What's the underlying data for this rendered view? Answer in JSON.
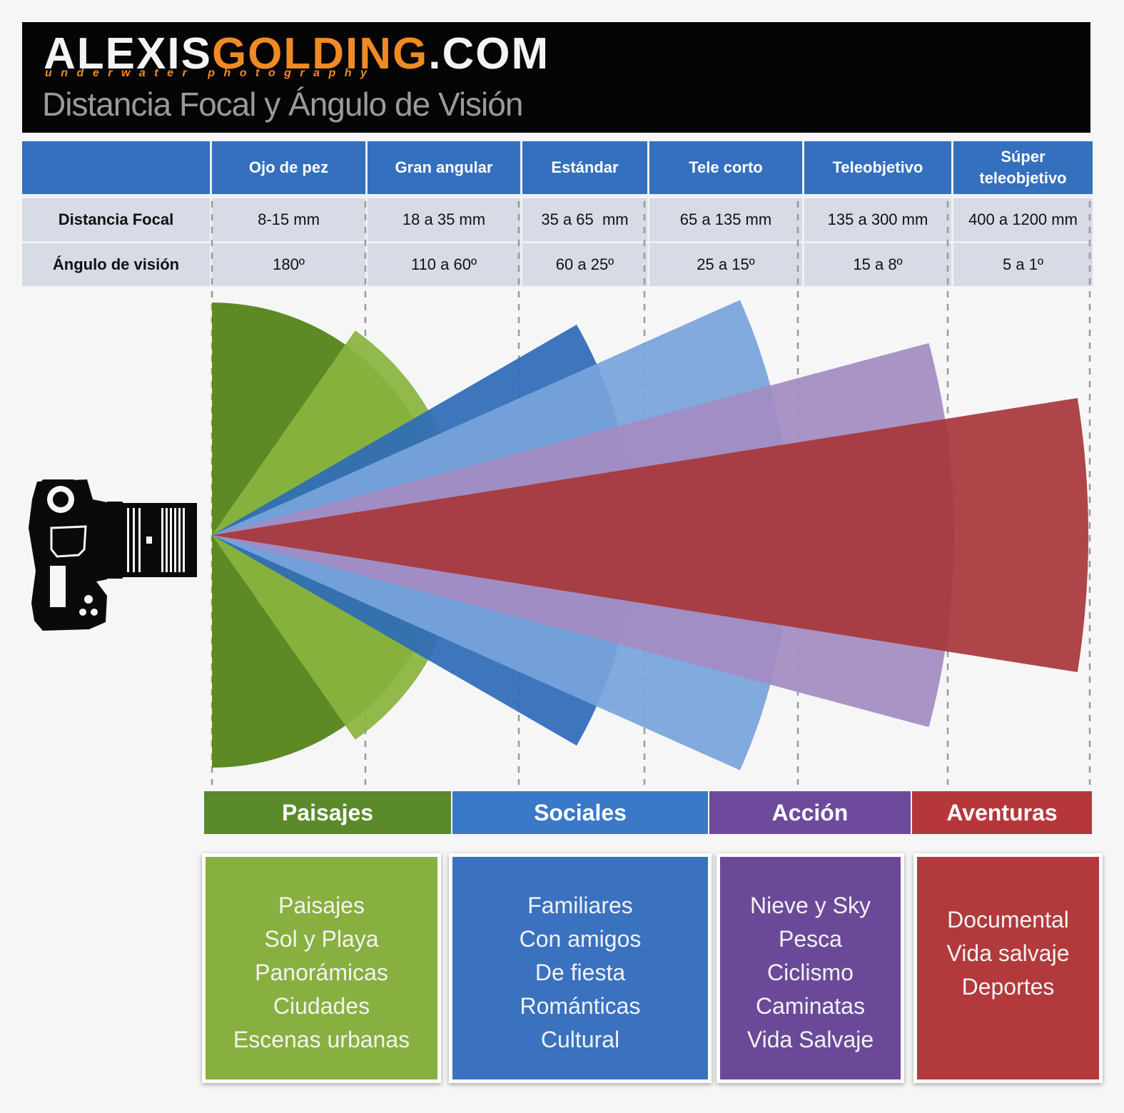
{
  "header": {
    "logo_part1": "ALEXIS",
    "logo_part2": "GOLDING",
    "logo_part3": ".COM",
    "logo_tagline": "underwater photography",
    "title": "Distancia Focal y Ángulo de Visión"
  },
  "table": {
    "columns": [
      "Ojo de pez",
      "Gran angular",
      "Estándar",
      "Tele corto",
      "Teleobjetivo",
      "Súper teleobjetivo"
    ],
    "rows": [
      {
        "label": "Distancia Focal",
        "values": [
          "8-15 mm",
          "18 a 35 mm",
          "35 a 65  mm",
          "65 a 135 mm",
          "135 a 300 mm",
          "400 a 1200 mm"
        ]
      },
      {
        "label": "Ángulo de visión",
        "values": [
          "180º",
          "110 a 60º",
          "60 a 25º",
          "25 a 15º",
          "15 a 8º",
          "5 a 1º"
        ]
      }
    ]
  },
  "fans": [
    {
      "angle_deg": 180,
      "color": "#5e8a26"
    },
    {
      "angle_deg": 110,
      "color": "#8ab43e"
    },
    {
      "angle_deg": 60,
      "color": "#2f6cb8"
    },
    {
      "angle_deg": 48,
      "color": "#78a4dc"
    },
    {
      "angle_deg": 30,
      "color": "#a48cc2"
    },
    {
      "angle_deg": 18,
      "color": "#a8383b"
    }
  ],
  "categories": [
    {
      "label": "Paisajes",
      "color": "#5a8a2a",
      "box_color": "#88b040",
      "items": [
        "Paisajes",
        "Sol y Playa",
        "Panorámicas",
        "Ciudades",
        "Escenas urbanas"
      ]
    },
    {
      "label": "Sociales",
      "color": "#3a78c8",
      "box_color": "#3a72c0",
      "items": [
        "Familiares",
        "Con amigos",
        "De fiesta",
        "Románticas",
        "Cultural"
      ]
    },
    {
      "label": "Acción",
      "color": "#6e4a9c",
      "box_color": "#6a4a98",
      "items": [
        "Nieve y Sky",
        "Pesca",
        "Ciclismo",
        "Caminatas",
        "Vida Salvaje"
      ]
    },
    {
      "label": "Aventuras",
      "color": "#b5373a",
      "box_color": "#b23a3c",
      "items": [
        "Documental",
        "Vida salvaje",
        "Deportes"
      ]
    }
  ]
}
